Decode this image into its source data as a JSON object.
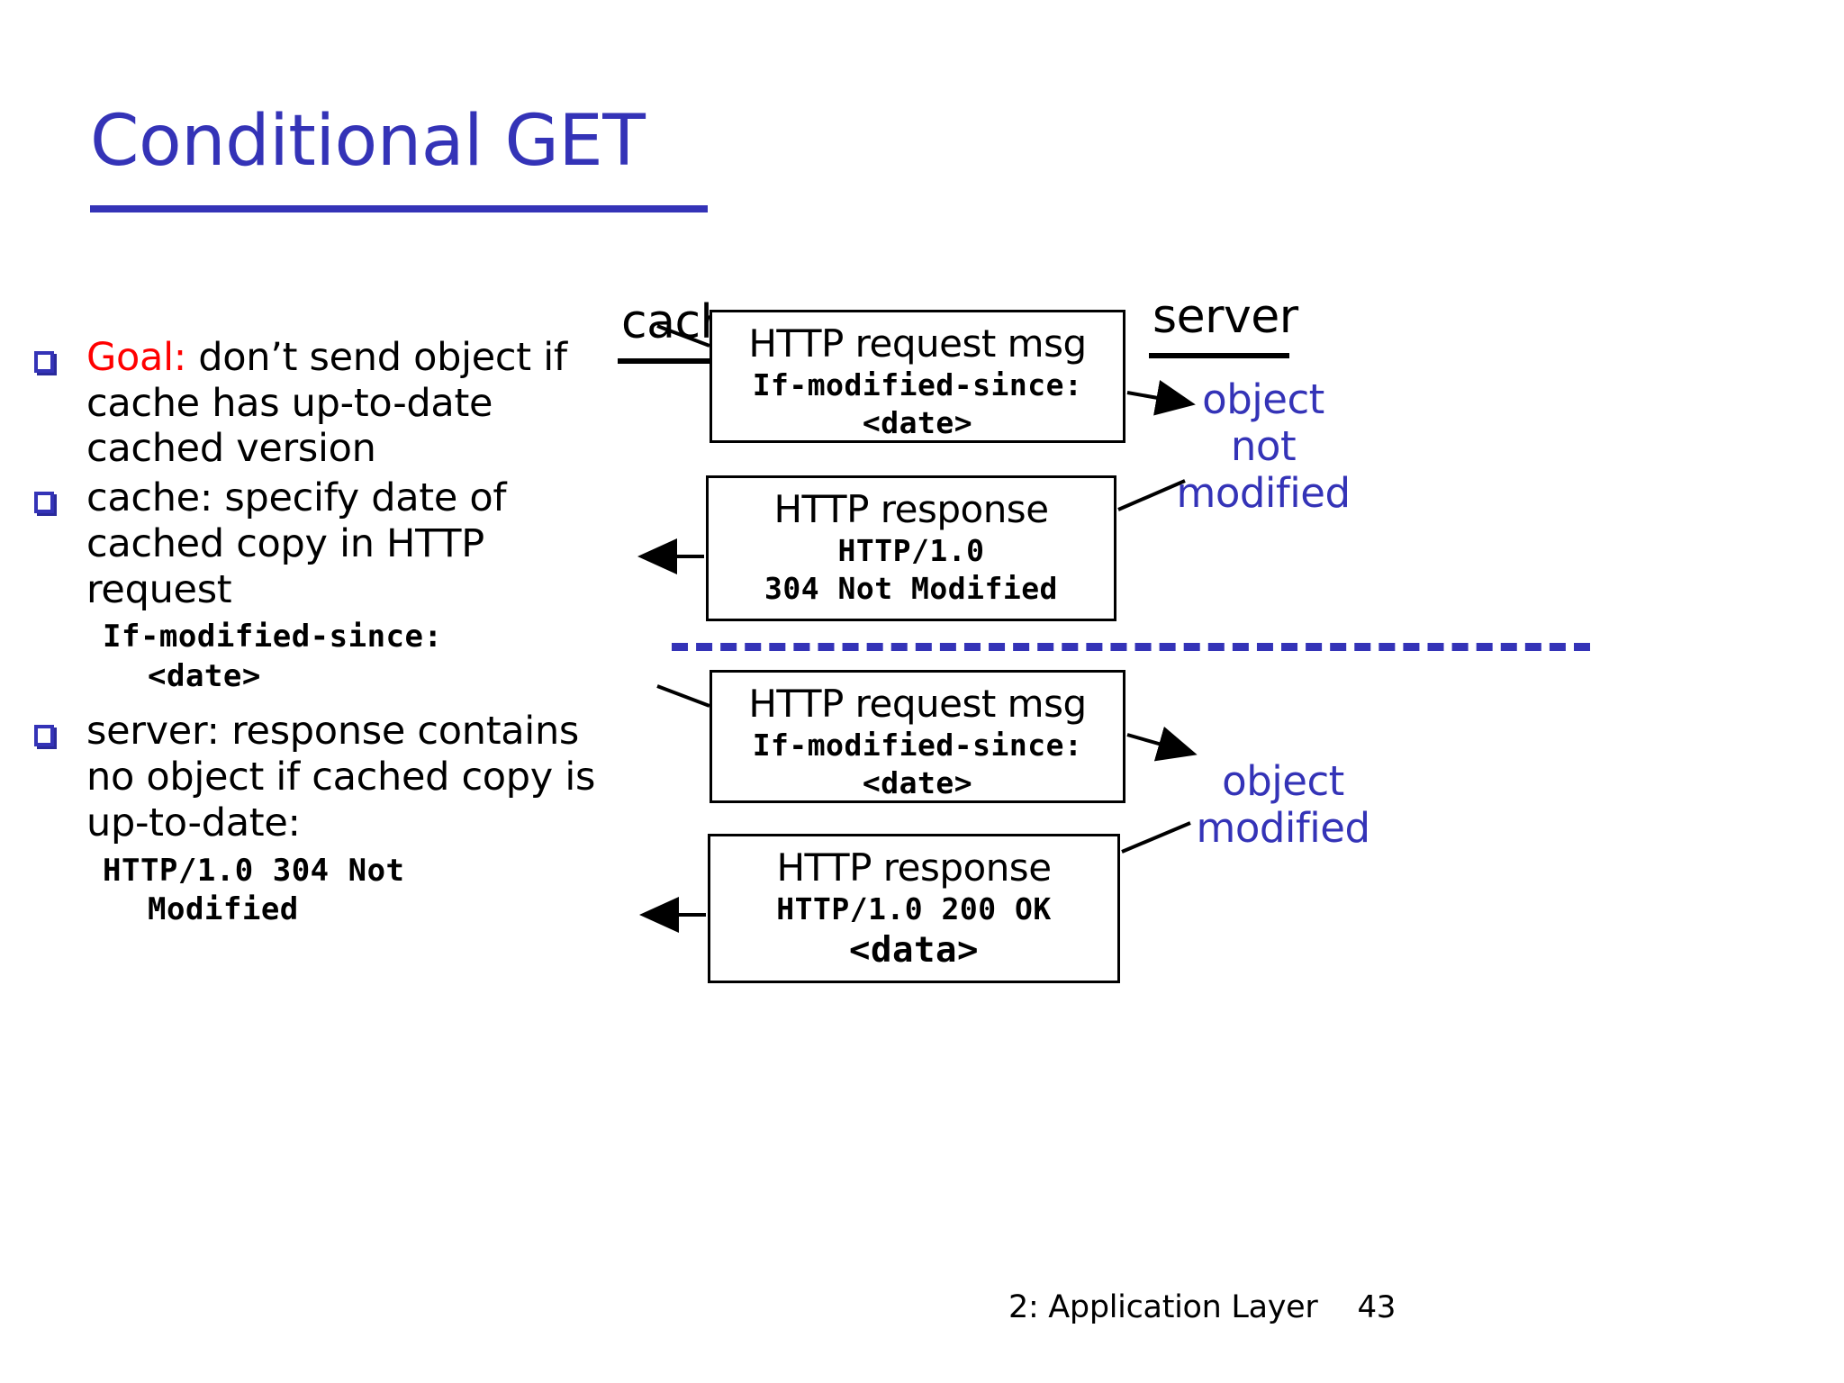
{
  "slide": {
    "title": "Conditional GET",
    "footer_label": "2: Application Layer",
    "page_number": "43",
    "accent_blue": "#3433b7",
    "accent_red": "#ff0000"
  },
  "bullets": [
    {
      "marker": "blue-square-bullet",
      "lead": "Goal:",
      "lead_color": "#ff0000",
      "text": " don’t send object if cache has up-to-date cached version"
    },
    {
      "marker": "blue-square-bullet",
      "lead": "",
      "lead_color": "#000000",
      "text": "cache: specify date of cached copy in HTTP request"
    },
    {
      "marker": "blue-square-bullet",
      "lead": "",
      "lead_color": "#000000",
      "text": "server: response contains no object if cached copy is up-to-date:"
    }
  ],
  "code_snippets": [
    {
      "line1": "If-modified-since:",
      "line2": "<date>"
    },
    {
      "line1": "HTTP/1.0 304 Not",
      "line2": "Modified"
    }
  ],
  "diagram": {
    "endpoints": {
      "cache": "cache",
      "server": "server"
    },
    "boxes": [
      {
        "id": "request-not-modified",
        "title": "HTTP request msg",
        "mono": [
          "If-modified-since:",
          "<date>"
        ]
      },
      {
        "id": "response-304",
        "title": "HTTP response",
        "mono": [
          "HTTP/1.0",
          "304 Not Modified"
        ]
      },
      {
        "id": "request-modified",
        "title": "HTTP request msg",
        "mono": [
          "If-modified-since:",
          "<date>"
        ]
      },
      {
        "id": "response-200",
        "title": "HTTP response",
        "mono": [
          "HTTP/1.0 200 OK",
          "<data>"
        ]
      }
    ],
    "notes": [
      {
        "id": "object-not-modified",
        "line1": "object",
        "line2": "not",
        "line3": "modified"
      },
      {
        "id": "object-modified",
        "line1": "object",
        "line2": "modified",
        "line3": ""
      }
    ]
  }
}
